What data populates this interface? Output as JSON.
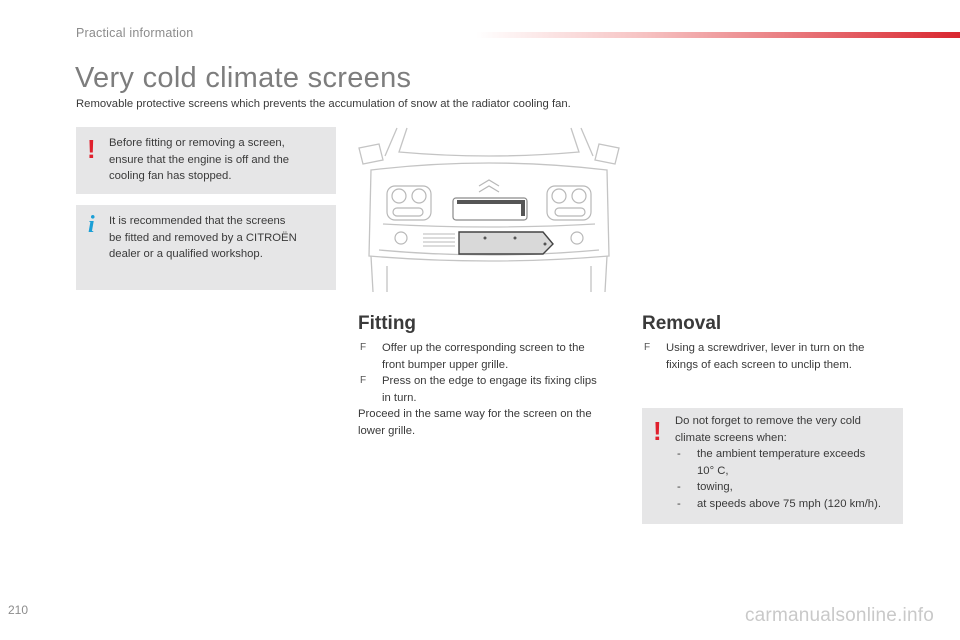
{
  "header": {
    "section": "Practical information",
    "title": "Very cold climate screens",
    "intro": "Removable protective screens which prevents the accumulation of snow at the radiator cooling fan."
  },
  "warning_box": {
    "lines": [
      "Before fitting or removing a screen,",
      "ensure that the engine is off and the",
      "cooling fan has stopped."
    ]
  },
  "info_box": {
    "lines": [
      "It is recommended that the screens",
      "be fitted and removed by a CITROËN",
      "dealer or a qualified workshop."
    ]
  },
  "fitting": {
    "heading": "Fitting",
    "steps": [
      [
        "Offer up the corresponding screen to the",
        "front bumper upper grille."
      ],
      [
        "Press on the edge to engage its fixing clips",
        "in turn."
      ]
    ],
    "note": [
      "Proceed in the same way for the screen on the",
      "lower grille."
    ]
  },
  "removal": {
    "heading": "Removal",
    "steps": [
      [
        "Using a screwdriver, lever in turn on the",
        "fixings of each screen to unclip them."
      ]
    ]
  },
  "reminder_box": {
    "intro": [
      "Do not forget to remove the very cold",
      "climate screens when:"
    ],
    "items": [
      [
        "the ambient temperature exceeds",
        "10° C,"
      ],
      [
        "towing,"
      ],
      [
        "at speeds above 75 mph (120 km/h)."
      ]
    ]
  },
  "icons": {
    "warning": "!",
    "info": "i",
    "bullet": "F"
  },
  "colors": {
    "warning": "#e0202d",
    "info": "#1b9fd6",
    "box_bg": "#e6e6e7",
    "accent_bar": "#d9262f"
  },
  "footer": {
    "page_number": "210",
    "watermark": "carmanualsonline.info"
  }
}
